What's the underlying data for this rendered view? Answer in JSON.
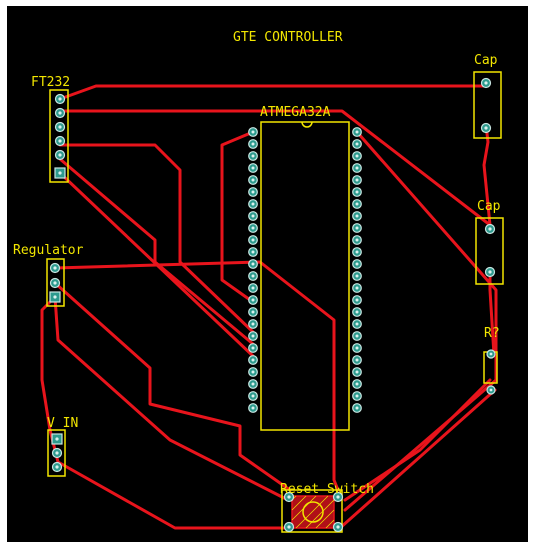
{
  "board": {
    "title": "GTE CONTROLLER",
    "labels": {
      "ft232": "FT232",
      "regulator": "Regulator",
      "vin": "V_IN",
      "mcu": "ATMEGA32A",
      "cap1": "Cap",
      "cap2": "Cap",
      "resistor": "R?",
      "reset": "Reset Switch"
    }
  },
  "colors": {
    "background": "#000000",
    "trace": "#e8141c",
    "silkscreen": "#f2e600",
    "pad": "#2d9a8e"
  }
}
